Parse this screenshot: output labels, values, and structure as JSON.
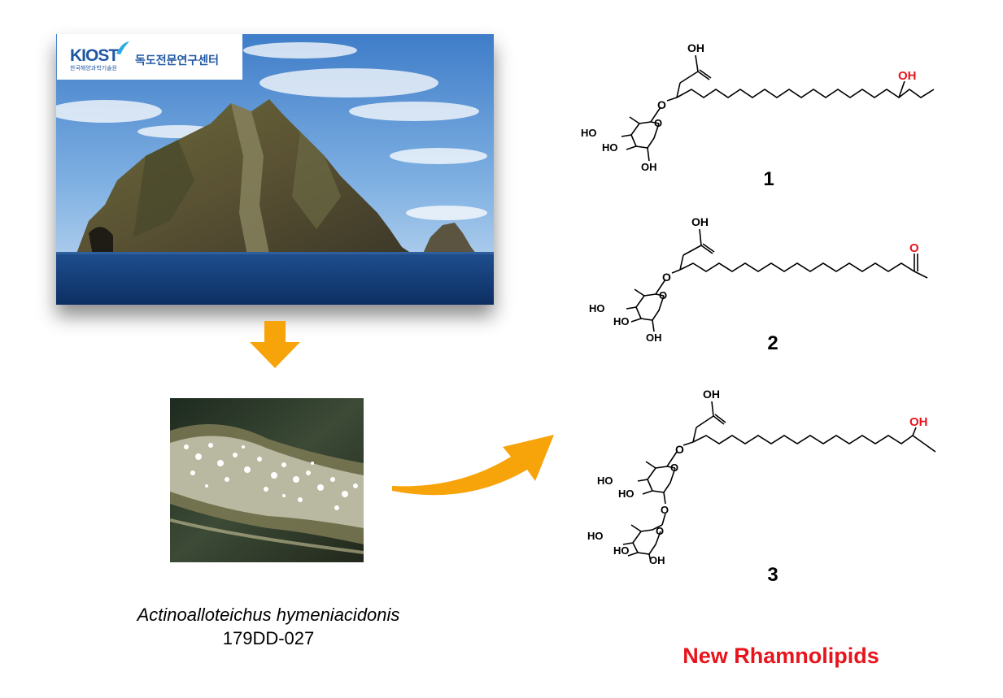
{
  "logo": {
    "brand": "KIOST",
    "subtitle": "한국해양과학기술원",
    "center_name": "독도전문연구센터"
  },
  "strain": {
    "species": "Actinoalloteichus hymeniacidonis",
    "code": "179DD-027"
  },
  "compounds": [
    {
      "number": "1",
      "terminal_group": "OH"
    },
    {
      "number": "2",
      "terminal_group": "O"
    },
    {
      "number": "3",
      "terminal_group": "OH"
    }
  ],
  "atom_labels": {
    "acid": "OH",
    "hydroxyl": "OH",
    "ho": "HO"
  },
  "result_title": "New Rhamnolipids",
  "colors": {
    "arrow_orange": "#f7a30a",
    "highlight_red": "#e8141c",
    "kiost_blue": "#1f57a3"
  }
}
